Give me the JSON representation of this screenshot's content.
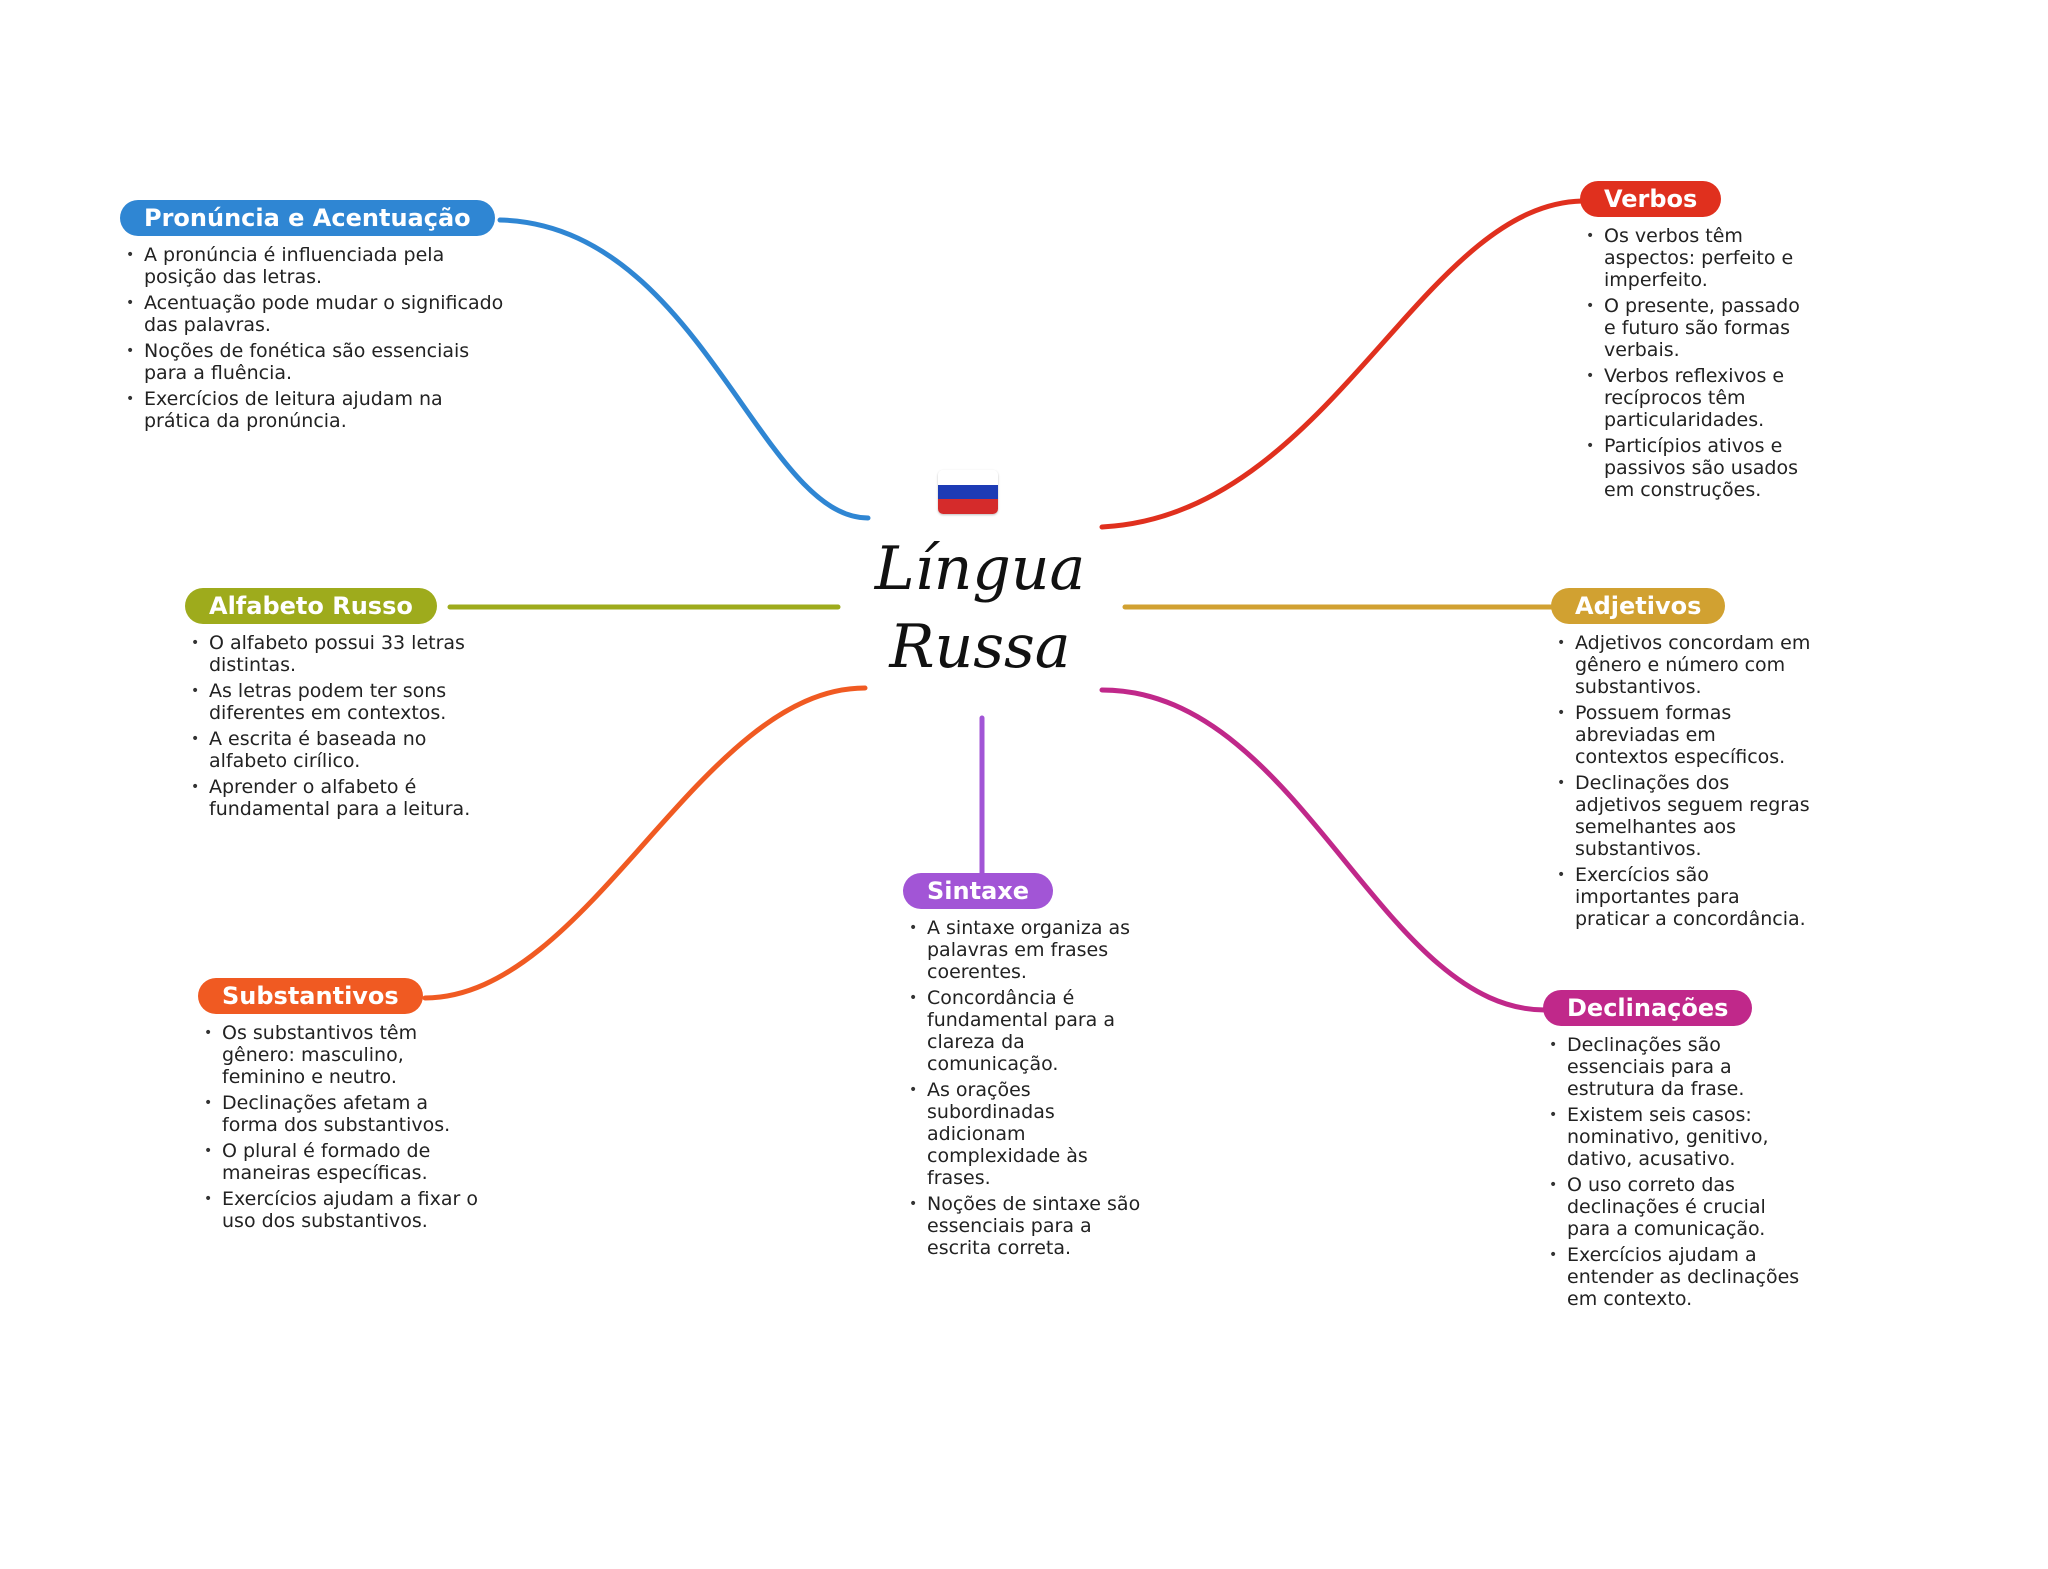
{
  "center": {
    "title": "Língua Russa",
    "flag_colors": [
      "#ffffff",
      "#1d3bb5",
      "#d52b2b"
    ]
  },
  "branches": [
    {
      "key": "pronuncia",
      "label": "Pronúncia e Acentuação",
      "color": "#2f86d3",
      "notes": [
        "A pronúncia é influenciada pela posição das letras.",
        "Acentuação pode mudar o significado das palavras.",
        "Noções de fonética são essenciais para a fluência.",
        "Exercícios de leitura ajudam na prática da pronúncia."
      ]
    },
    {
      "key": "alfabeto",
      "label": "Alfabeto Russo",
      "color": "#9eab1c",
      "notes": [
        "O alfabeto possui 33 letras distintas.",
        "As letras podem ter sons diferentes em contextos.",
        "A escrita é baseada no alfabeto cirílico.",
        "Aprender o alfabeto é fundamental para a leitura."
      ]
    },
    {
      "key": "substantivos",
      "label": "Substantivos",
      "color": "#f05a22",
      "notes": [
        "Os substantivos têm gênero: masculino, feminino e neutro.",
        "Declinações afetam a forma dos substantivos.",
        "O plural é formado de maneiras específicas.",
        "Exercícios ajudam a fixar o uso dos substantivos."
      ]
    },
    {
      "key": "sintaxe",
      "label": "Sintaxe",
      "color": "#a255d6",
      "notes": [
        "A sintaxe organiza as palavras em frases coerentes.",
        "Concordância é fundamental para a clareza da comunicação.",
        "As orações subordinadas adicionam complexidade às frases.",
        "Noções de sintaxe são essenciais para a escrita correta."
      ]
    },
    {
      "key": "verbos",
      "label": "Verbos",
      "color": "#e0301e",
      "notes": [
        "Os verbos têm aspectos: perfeito e imperfeito.",
        "O presente, passado e futuro são formas verbais.",
        "Verbos reflexivos e recíprocos têm particularidades.",
        "Particípios ativos e passivos são usados em construções."
      ]
    },
    {
      "key": "adjetivos",
      "label": "Adjetivos",
      "color": "#d1a131",
      "notes": [
        "Adjetivos concordam em gênero e número com substantivos.",
        "Possuem formas abreviadas em contextos específicos.",
        "Declinações dos adjetivos seguem regras semelhantes aos substantivos.",
        "Exercícios são importantes para praticar a concordância."
      ]
    },
    {
      "key": "declinacoes",
      "label": "Declinações",
      "color": "#c0288a",
      "notes": [
        "Declinações são essenciais para a estrutura da frase.",
        "Existem seis casos: nominativo, genitivo, dativo, acusativo.",
        "O uso correto das declinações é crucial para a comunicação.",
        "Exercícios ajudam a entender as declinações em contexto."
      ]
    }
  ]
}
